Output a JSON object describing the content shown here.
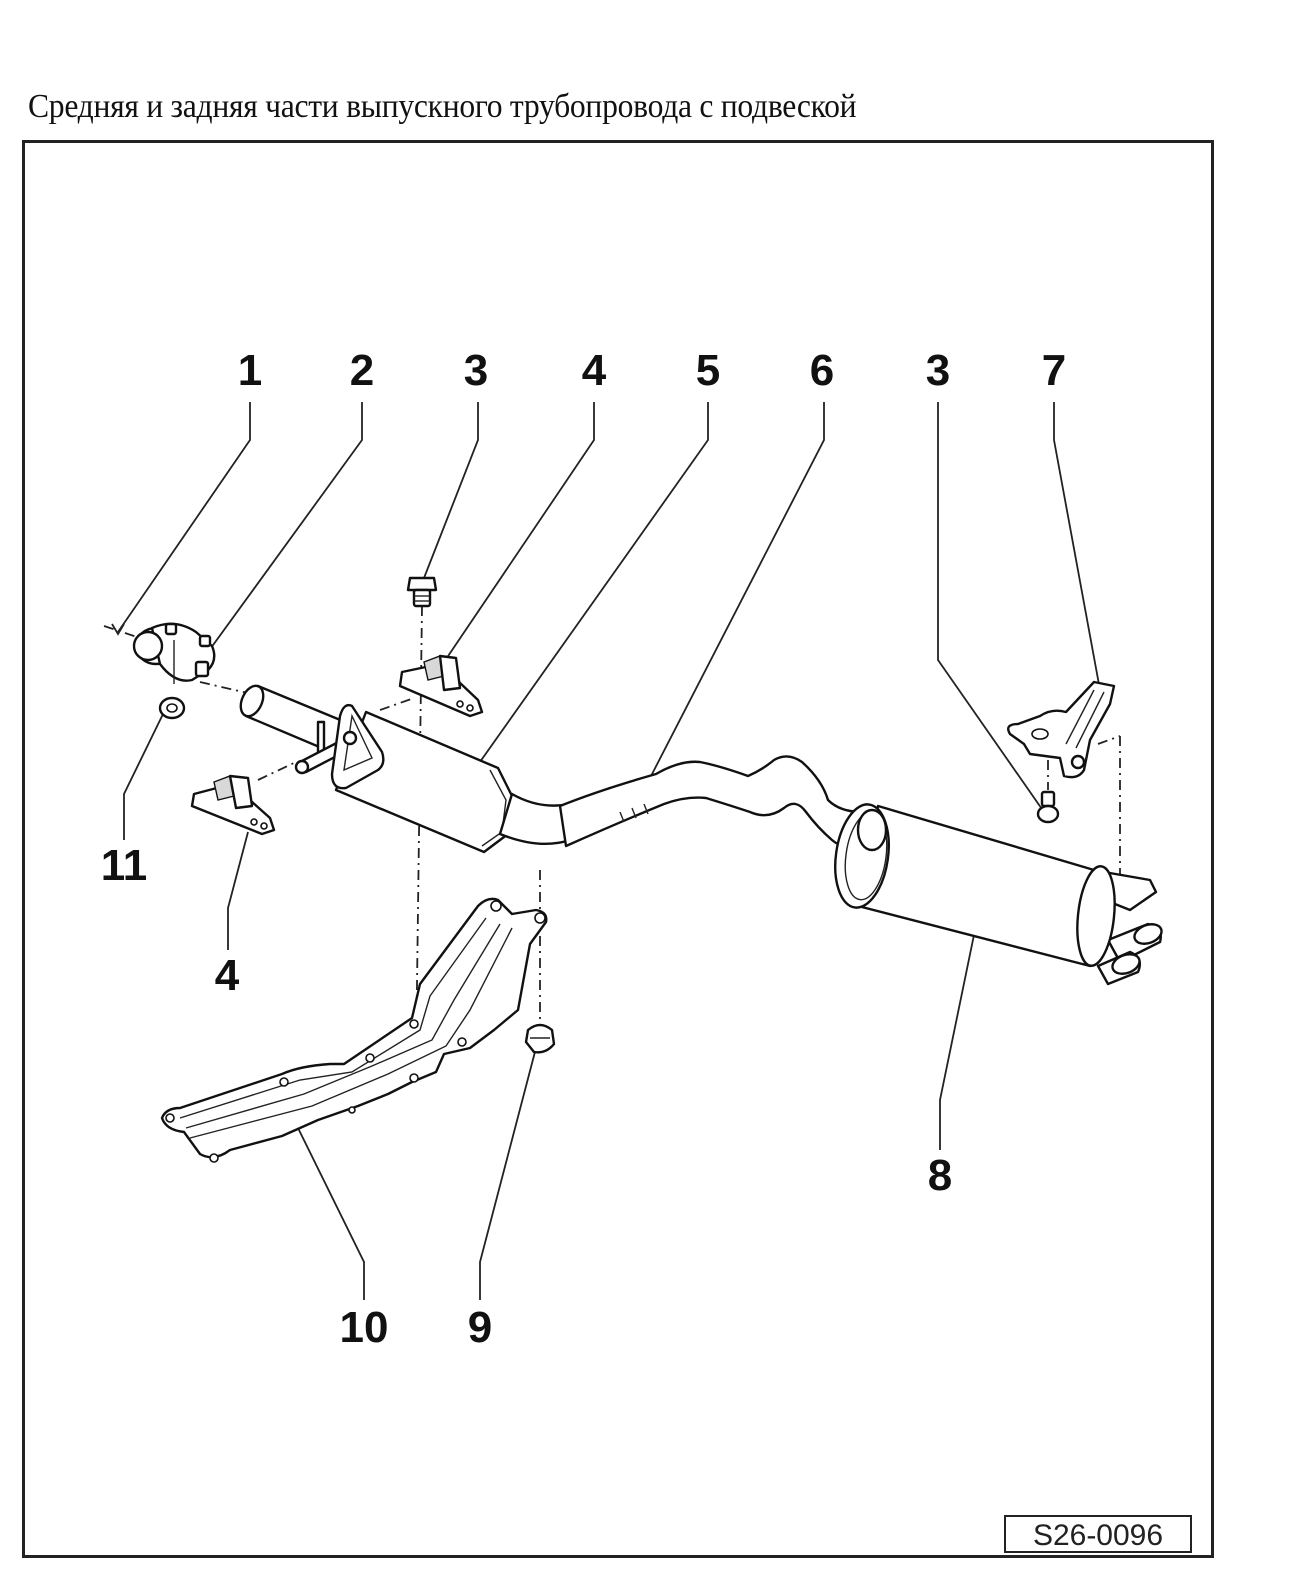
{
  "title": "Средняя и задняя части выпускного трубопровода с подвеской",
  "figure_ref": "S26-0096",
  "callouts_top": [
    "1",
    "2",
    "3",
    "4",
    "5",
    "6",
    "3",
    "7"
  ],
  "callouts_other": {
    "c11": "11",
    "c4b": "4",
    "c8": "8",
    "c10": "10",
    "c9": "9"
  },
  "parts": [
    {
      "num": "1",
      "name": "pipe-end-arrow"
    },
    {
      "num": "2",
      "name": "clamp"
    },
    {
      "num": "3",
      "name": "bolt"
    },
    {
      "num": "4",
      "name": "hanger-bracket"
    },
    {
      "num": "5",
      "name": "center-muffler"
    },
    {
      "num": "6",
      "name": "connecting-pipe"
    },
    {
      "num": "7",
      "name": "rear-hanger"
    },
    {
      "num": "8",
      "name": "rear-muffler"
    },
    {
      "num": "9",
      "name": "nut"
    },
    {
      "num": "10",
      "name": "heat-shield"
    },
    {
      "num": "11",
      "name": "clamp-nut"
    }
  ]
}
